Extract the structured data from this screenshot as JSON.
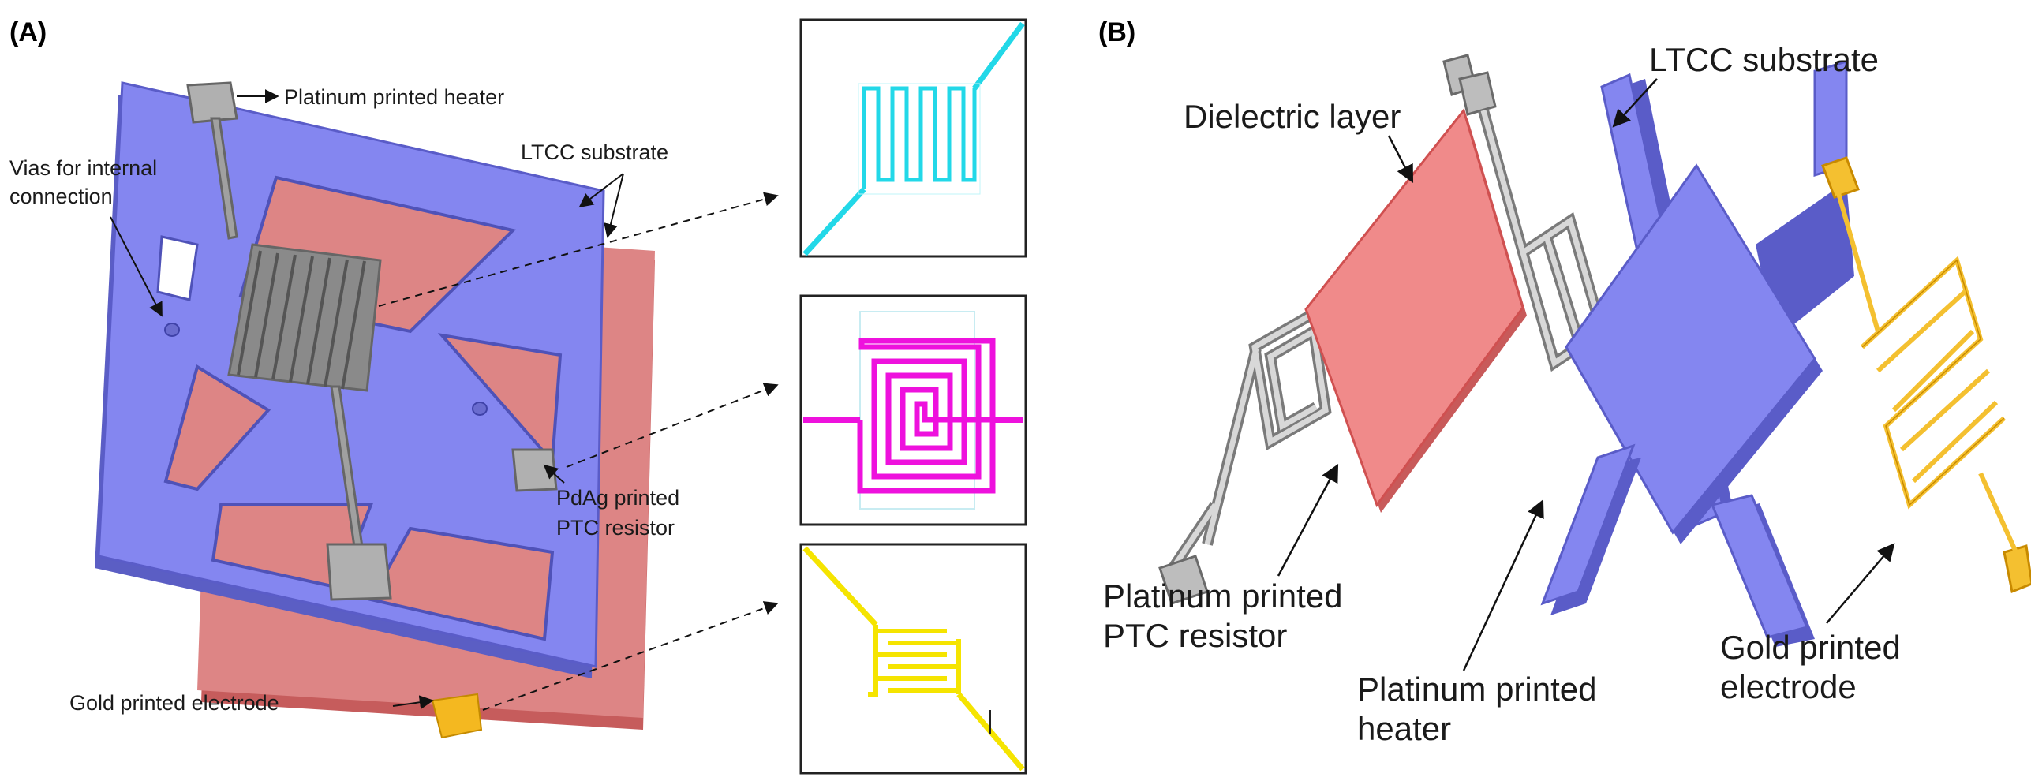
{
  "panels": {
    "a": {
      "tag": "(A)"
    },
    "b": {
      "tag": "(B)"
    }
  },
  "panel_a": {
    "heater_label": "Platinum printed heater",
    "vias_label_1": "Vias for internal",
    "vias_label_2": "connection",
    "substrate_label": "LTCC substrate",
    "ptc_label_1": "PdAg printed",
    "ptc_label_2": "PTC resistor",
    "electrode_label": "Gold printed electrode"
  },
  "panel_b": {
    "dielectric_label": "Dielectric layer",
    "substrate_label": "LTCC substrate",
    "ptc_label_1": "Platinum printed",
    "ptc_label_2": "PTC resistor",
    "heater_label_1": "Platinum printed",
    "heater_label_2": "heater",
    "electrode_label_1": "Gold printed",
    "electrode_label_2": "electrode"
  },
  "colors": {
    "ltcc_blue": "#8486f0",
    "ltcc_blue_dark": "#5a5cc8",
    "dielectric_red": "#e89090",
    "heater_cyan": "#22d8e8",
    "ptc_magenta": "#ee11dd",
    "gold_yellow": "#f5e400",
    "gold_orange": "#f4c030",
    "metal_gray": "#a8a8a8"
  }
}
